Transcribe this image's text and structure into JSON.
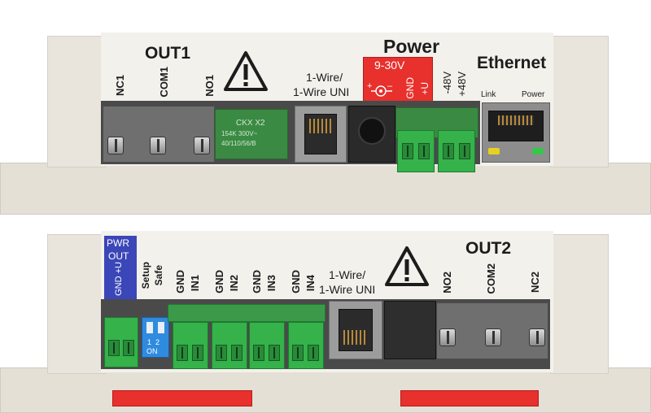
{
  "top_panel": {
    "out1": "OUT1",
    "nc1": "NC1",
    "com1": "COM1",
    "no1": "NO1",
    "onewire_line1": "1-Wire/",
    "onewire_line2": "1-Wire UNI",
    "power_title": "Power",
    "voltage": "9-30V",
    "gnd": "GND",
    "plus_u": "+U",
    "neg48": "-48V",
    "pos48": "+48V",
    "ethernet": "Ethernet",
    "link": "Link",
    "power_led": "Power",
    "cap_text": "CKX X2",
    "cap_text_2": "154K 300V~",
    "cap_text_3": "40/110/56/B"
  },
  "bottom_panel": {
    "pwr": "PWR",
    "out": "OUT",
    "gnd_u": "GND +U",
    "setup": "Setup",
    "safe": "Safe",
    "gnd": "GND",
    "in1": "IN1",
    "in2": "IN2",
    "in3": "IN3",
    "in4": "IN4",
    "onewire_line1": "1-Wire/",
    "onewire_line2": "1-Wire UNI",
    "out2": "OUT2",
    "no2": "NO2",
    "com2": "COM2",
    "nc2": "NC2",
    "dip_numbers": "1  2",
    "dip_on": "ON"
  },
  "colors": {
    "housing": "#e9e5dc",
    "terminal_green": "#35b24a",
    "terminal_grey": "#6f6f6f",
    "power_badge": "#e8302c",
    "pwr_badge": "#3b46b8",
    "dip_switch": "#2f8be0",
    "latch_red": "#e8302c"
  },
  "icons": [
    "warning-triangle-icon",
    "dc-polarity-icon"
  ]
}
